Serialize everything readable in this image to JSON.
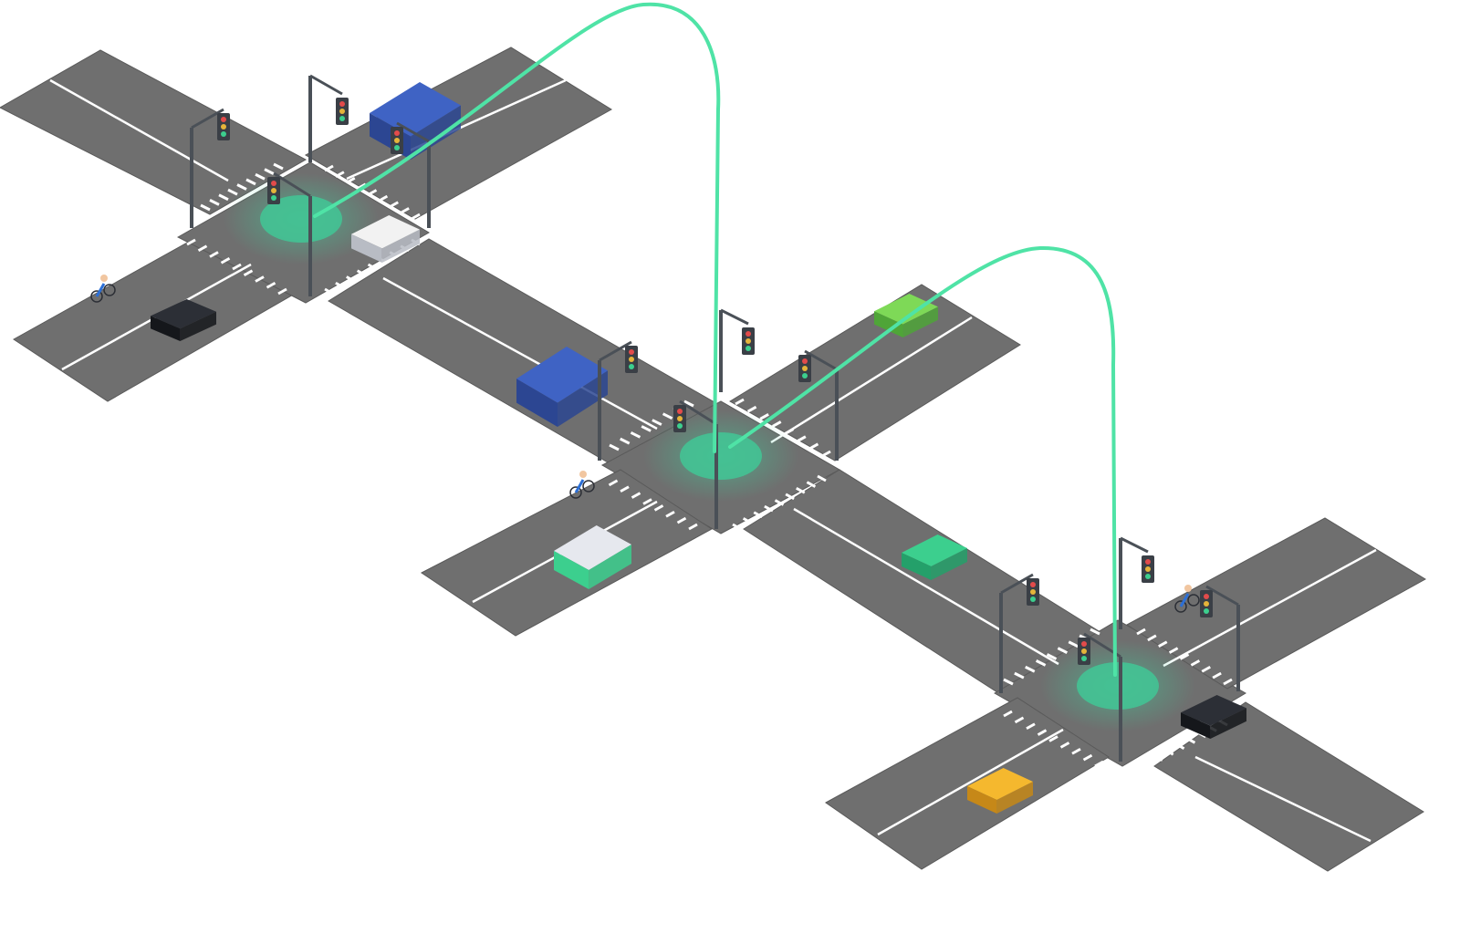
{
  "colors": {
    "background": "#ffffff",
    "asphalt": "#6f6f6f",
    "asphalt_edge": "#5a5a5a",
    "lane_marking": "#ffffff",
    "connection_line": "#4fe3a6",
    "signal_glow": "#3ecf9a",
    "pole": "#4a5057"
  },
  "scene": {
    "intersections": [
      {
        "id": "intersection-1"
      },
      {
        "id": "intersection-2"
      },
      {
        "id": "intersection-3"
      }
    ],
    "connections": [
      {
        "from": "intersection-1",
        "to": "intersection-2"
      },
      {
        "from": "intersection-2",
        "to": "intersection-3"
      }
    ],
    "vehicles": [
      {
        "type": "truck",
        "color": "#3f63c4"
      },
      {
        "type": "car",
        "color": "#f2f2f2"
      },
      {
        "type": "suv",
        "color": "#2c2f36"
      },
      {
        "type": "truck",
        "color": "#3f63c4"
      },
      {
        "type": "car",
        "color": "#7ed957"
      },
      {
        "type": "van",
        "color": "#e6e8ee"
      },
      {
        "type": "car",
        "color": "#3ccf8e"
      },
      {
        "type": "suv",
        "color": "#2c2f36"
      },
      {
        "type": "taxi",
        "color": "#f5b82e"
      }
    ],
    "cyclists": 3,
    "traffic_light_icon": "traffic-light-icon"
  }
}
